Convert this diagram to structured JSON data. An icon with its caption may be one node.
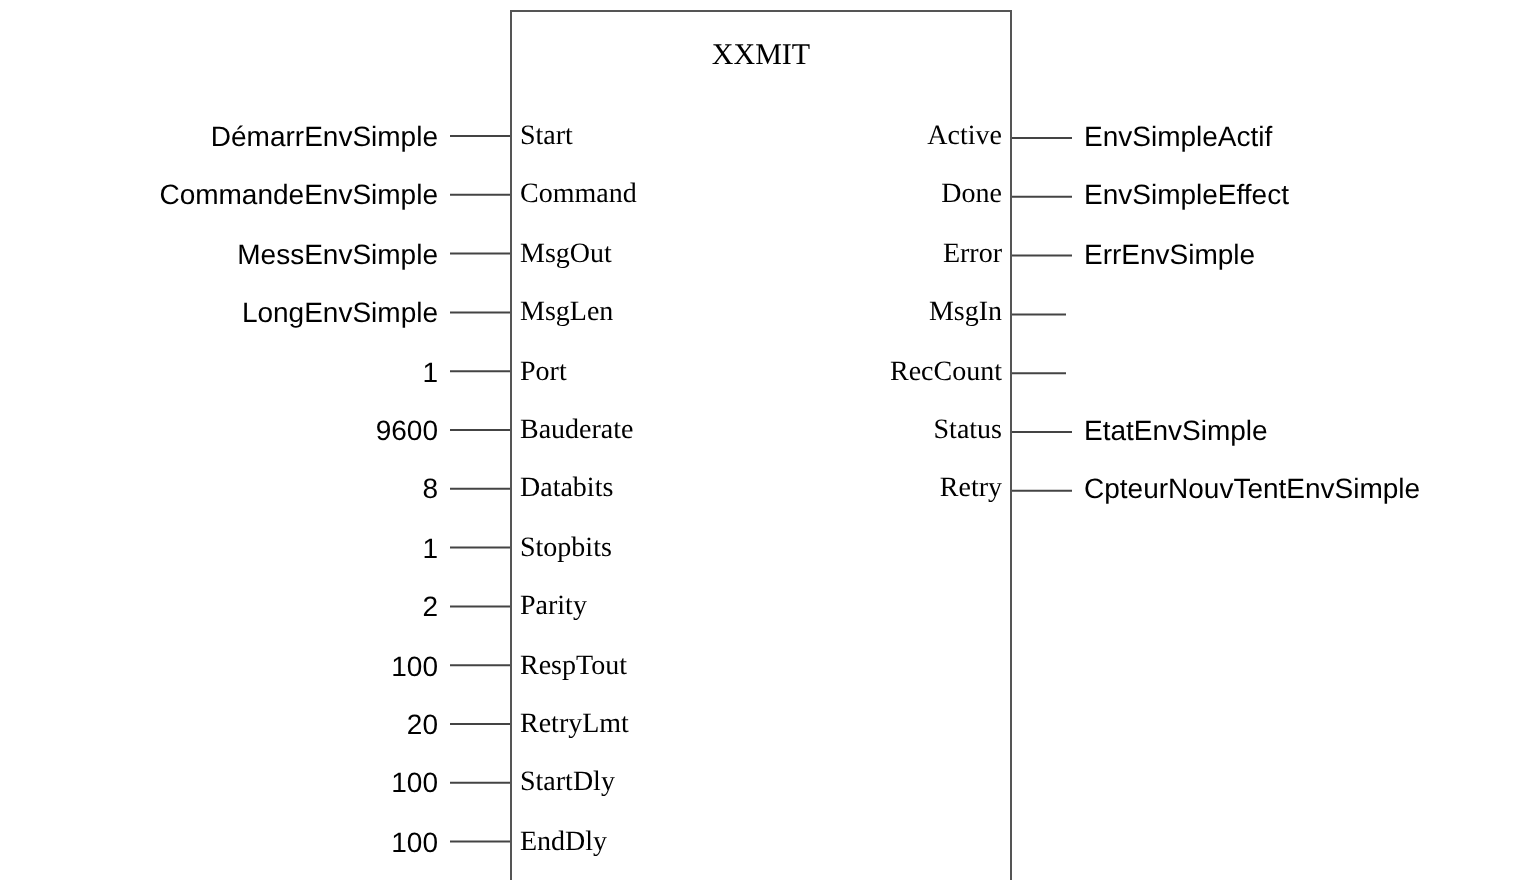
{
  "diagram": {
    "nodes": [
      {
        "text": [
          "XXMIT"
        ]
      },
      {
        "text": [
          "Start"
        ],
        "in": 0
      },
      {
        "text": [
          "Command"
        ],
        "in": 0
      },
      {
        "text": [
          "MsgOut"
        ],
        "in": 0
      },
      {
        "text": [
          "MsgLen"
        ],
        "in": 0
      },
      {
        "text": [
          "Port"
        ],
        "in": 0
      },
      {
        "text": [
          "Bauderate"
        ],
        "in": 0
      },
      {
        "text": [
          "Databits"
        ],
        "in": 0
      },
      {
        "text": [
          "Stopbits"
        ],
        "in": 0
      },
      {
        "text": [
          "Parity"
        ],
        "in": 0
      },
      {
        "text": [
          "RespTout"
        ],
        "in": 0
      },
      {
        "text": [
          "RetryLmt"
        ],
        "in": 0
      },
      {
        "text": [
          "StartDly"
        ],
        "in": 0
      },
      {
        "text": [
          "EndDly"
        ],
        "in": 0
      },
      {
        "text": [
          "Active"
        ],
        "in": 0
      },
      {
        "text": [
          "Done"
        ],
        "in": 0
      },
      {
        "text": [
          "Error"
        ],
        "in": 0
      },
      {
        "text": [
          "MsgIn"
        ],
        "in": 0
      },
      {
        "text": [
          "RecCount"
        ],
        "in": 0
      },
      {
        "text": [
          "Status"
        ],
        "in": 0
      },
      {
        "text": [
          "Retry"
        ],
        "in": 0
      },
      {
        "text": [
          "DémarrEnvSimple"
        ]
      },
      {
        "text": [
          "CommandeEnvSimple"
        ]
      },
      {
        "text": [
          "MessEnvSimple"
        ]
      },
      {
        "text": [
          "LongEnvSimple"
        ]
      },
      {
        "text": [
          "1"
        ]
      },
      {
        "text": [
          "9600"
        ]
      },
      {
        "text": [
          "8"
        ]
      },
      {
        "text": [
          "1"
        ]
      },
      {
        "text": [
          "2"
        ]
      },
      {
        "text": [
          "100"
        ]
      },
      {
        "text": [
          "20"
        ]
      },
      {
        "text": [
          "100"
        ]
      },
      {
        "text": [
          "100"
        ]
      },
      {
        "text": [
          "EnvSimpleActif"
        ]
      },
      {
        "text": [
          "EnvSimpleEffect"
        ]
      },
      {
        "text": [
          "ErrEnvSimple"
        ]
      },
      {
        "text": [
          "EtatEnvSimple"
        ]
      },
      {
        "text": [
          "CpteurNouvTentEnvSimple"
        ]
      }
    ],
    "edges": [
      {
        "from": 21,
        "to": 1,
        "arrow": "none"
      },
      {
        "from": 22,
        "to": 2,
        "arrow": "none"
      },
      {
        "from": 23,
        "to": 3,
        "arrow": "none"
      },
      {
        "from": 24,
        "to": 4,
        "arrow": "none"
      },
      {
        "from": 25,
        "to": 5,
        "arrow": "none"
      },
      {
        "from": 26,
        "to": 6,
        "arrow": "none"
      },
      {
        "from": 27,
        "to": 7,
        "arrow": "none"
      },
      {
        "from": 28,
        "to": 8,
        "arrow": "none"
      },
      {
        "from": 29,
        "to": 9,
        "arrow": "none"
      },
      {
        "from": 30,
        "to": 10,
        "arrow": "none"
      },
      {
        "from": 31,
        "to": 11,
        "arrow": "none"
      },
      {
        "from": 32,
        "to": 12,
        "arrow": "none"
      },
      {
        "from": 33,
        "to": 13,
        "arrow": "none"
      },
      {
        "from": 14,
        "to": 34,
        "arrow": "none"
      },
      {
        "from": 15,
        "to": 35,
        "arrow": "none"
      },
      {
        "from": 16,
        "to": 36,
        "arrow": "none"
      },
      {
        "from": 17,
        "to": null,
        "arrow": "none"
      },
      {
        "from": 18,
        "to": null,
        "arrow": "none"
      },
      {
        "from": 19,
        "to": 37,
        "arrow": "none"
      },
      {
        "from": 20,
        "to": 38,
        "arrow": "none"
      }
    ]
  }
}
